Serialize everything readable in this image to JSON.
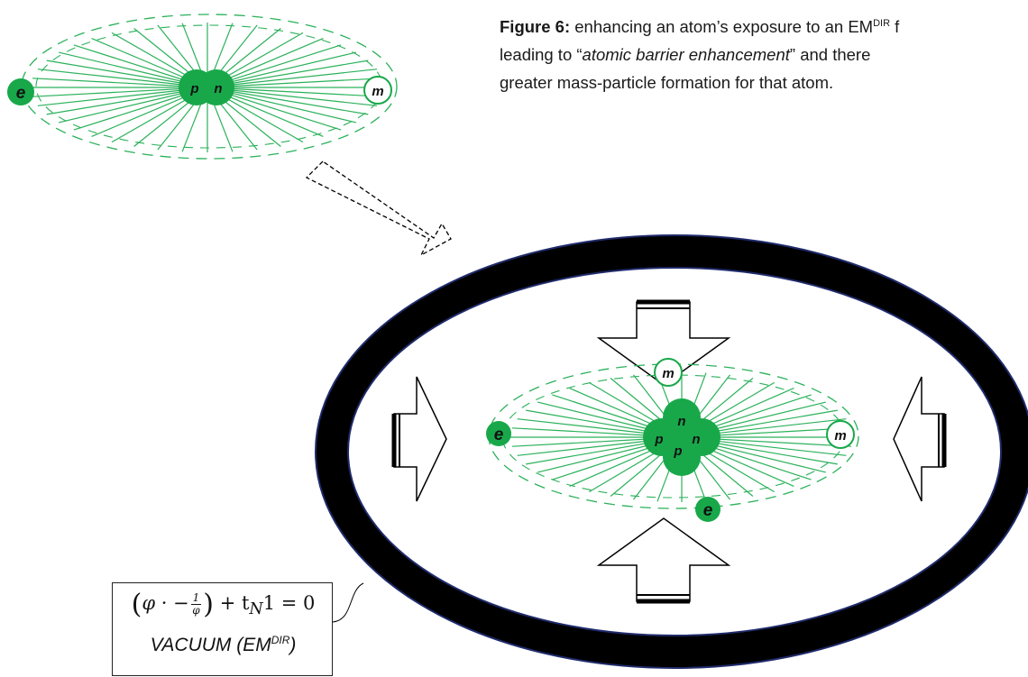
{
  "caption": {
    "label": "Figure 6:",
    "text1": " enhancing an atom’s exposure to an EM",
    "sup1": "DIR",
    "text2": " f",
    "line2a": "leading to “",
    "line2_italic": "atomic barrier enhancement",
    "line2b": "” and there",
    "line3": "greater  mass-particle formation for that atom."
  },
  "small_atom": {
    "electron": "e",
    "proton": "p",
    "neutron": "n",
    "mass_particle": "m"
  },
  "large_atom": {
    "electron_left": "e",
    "electron_bottom": "e",
    "mass_particle_top": "m",
    "mass_particle_right": "m",
    "nucleus_top": "n",
    "nucleus_left": "p",
    "nucleus_right": "n",
    "nucleus_bottom": "p"
  },
  "equation": {
    "phi": "φ · −",
    "frac_num": "1",
    "frac_den": "φ",
    "rest": "+  t",
    "sub": "N",
    "tail": "1 = 0"
  },
  "vacuum_label": {
    "text": "VACUUM (EM",
    "sup": "DIR",
    "close": ")"
  },
  "colors": {
    "green": "#18a84a",
    "line_green": "#2bb15a",
    "ring": "#000000",
    "ring_outline": "#1f2b6b"
  }
}
